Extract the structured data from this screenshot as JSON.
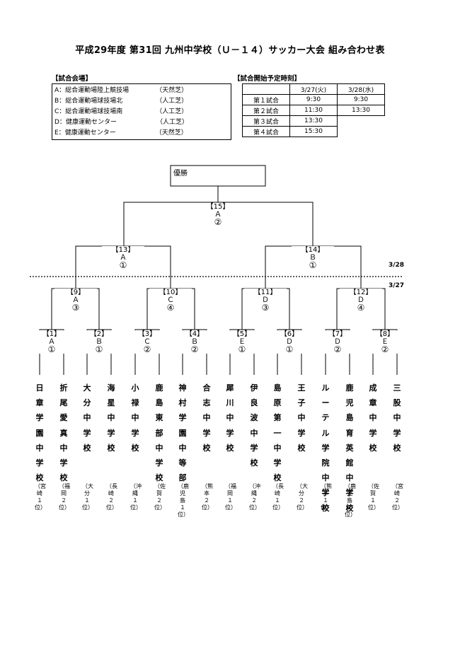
{
  "title": "平成29年度 第31回 九州中学校（Ｕ－１４）サッカー大会 組み合わせ表",
  "venues_header": "【試合会場】",
  "venues": [
    {
      "code": "A：",
      "name": "総合運動場陸上競技場",
      "surface": "（天然芝）"
    },
    {
      "code": "B：",
      "name": "総合運動場球技場北",
      "surface": "（人工芝）"
    },
    {
      "code": "C：",
      "name": "総合運動場球技場南",
      "surface": "（人工芝）"
    },
    {
      "code": "D：",
      "name": "健康運動センター",
      "surface": "（人工芝）"
    },
    {
      "code": "E：",
      "name": "健康運動センター",
      "surface": "（天然芝）"
    }
  ],
  "schedule_header": "【試合開始予定時刻】",
  "schedule": {
    "dates": [
      "3/27(火)",
      "3/28(水)"
    ],
    "rows": [
      {
        "label": "第１試合",
        "d1": "9:30",
        "d2": "9:30"
      },
      {
        "label": "第２試合",
        "d1": "11:30",
        "d2": "13:30"
      },
      {
        "label": "第３試合",
        "d1": "13:30",
        "d2": ""
      },
      {
        "label": "第４試合",
        "d1": "15:30",
        "d2": ""
      }
    ]
  },
  "champion_label": "優勝",
  "date_labels": {
    "upper": "3/28",
    "lower": "3/27"
  },
  "matches": [
    {
      "num": "【1】",
      "venue": "Ａ",
      "slot": "①"
    },
    {
      "num": "【2】",
      "venue": "Ｂ",
      "slot": "①"
    },
    {
      "num": "【3】",
      "venue": "Ｃ",
      "slot": "②"
    },
    {
      "num": "【4】",
      "venue": "Ｂ",
      "slot": "②"
    },
    {
      "num": "【5】",
      "venue": "Ｅ",
      "slot": "①"
    },
    {
      "num": "【6】",
      "venue": "Ｄ",
      "slot": "①"
    },
    {
      "num": "【7】",
      "venue": "Ｄ",
      "slot": "②"
    },
    {
      "num": "【8】",
      "venue": "Ｅ",
      "slot": "②"
    },
    {
      "num": "【9】",
      "venue": "Ａ",
      "slot": "③"
    },
    {
      "num": "【10】",
      "venue": "Ｃ",
      "slot": "④"
    },
    {
      "num": "【11】",
      "venue": "Ｄ",
      "slot": "③"
    },
    {
      "num": "【12】",
      "venue": "Ｄ",
      "slot": "④"
    },
    {
      "num": "【13】",
      "venue": "Ａ",
      "slot": "①"
    },
    {
      "num": "【14】",
      "venue": "Ｂ",
      "slot": "①"
    },
    {
      "num": "【15】",
      "venue": "Ａ",
      "slot": "②"
    }
  ],
  "teams": [
    {
      "name": "日章学園中学校",
      "pref": "（宮崎１位）"
    },
    {
      "name": "折尾愛真中学校",
      "pref": "（福岡２位）"
    },
    {
      "name": "大分中学校",
      "pref": "（大分１位）"
    },
    {
      "name": "海星中学校",
      "pref": "（長崎２位）"
    },
    {
      "name": "小禄中学校",
      "pref": "（沖縄１位）"
    },
    {
      "name": "鹿島東部中学校",
      "pref": "（佐賀２位）"
    },
    {
      "name": "神村学園中等部",
      "pref": "（鹿児島１位）"
    },
    {
      "name": "合志中学校",
      "pref": "（熊本２位）"
    },
    {
      "name": "犀川中学校",
      "pref": "（福岡１位）"
    },
    {
      "name": "伊良波中学校",
      "pref": "（沖縄２位）"
    },
    {
      "name": "島原第一中学校",
      "pref": "（長崎１位）"
    },
    {
      "name": "王子中学校",
      "pref": "（大分２位）"
    },
    {
      "name": "ルーテル学院中学校",
      "pref": "（熊本１位）"
    },
    {
      "name": "鹿児島育英館中学校",
      "pref": "（鹿児島２位）"
    },
    {
      "name": "成章中学校",
      "pref": "（佐賀１位）"
    },
    {
      "name": "三股中学校",
      "pref": "（宮崎２位）"
    }
  ]
}
